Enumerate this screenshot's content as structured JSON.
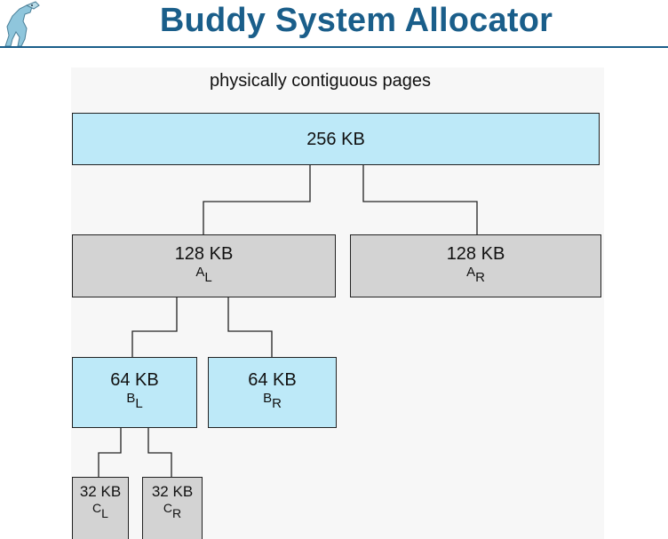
{
  "header": {
    "title": "Buddy System Allocator",
    "logo_icon": "dinosaur-logo-icon"
  },
  "figure": {
    "caption": "physically contiguous pages",
    "colors": {
      "blue": "#bde9f8",
      "grey": "#d3d3d3",
      "title": "#1a5e8a"
    },
    "nodes": {
      "root": {
        "size": "256 KB"
      },
      "a_left": {
        "size": "128 KB",
        "letter": "A",
        "sub": "L"
      },
      "a_right": {
        "size": "128 KB",
        "letter": "A",
        "sub": "R"
      },
      "b_left": {
        "size": "64 KB",
        "letter": "B",
        "sub": "L"
      },
      "b_right": {
        "size": "64 KB",
        "letter": "B",
        "sub": "R"
      },
      "c_left": {
        "size": "32 KB",
        "letter": "C",
        "sub": "L"
      },
      "c_right": {
        "size": "32 KB",
        "letter": "C",
        "sub": "R"
      }
    }
  }
}
